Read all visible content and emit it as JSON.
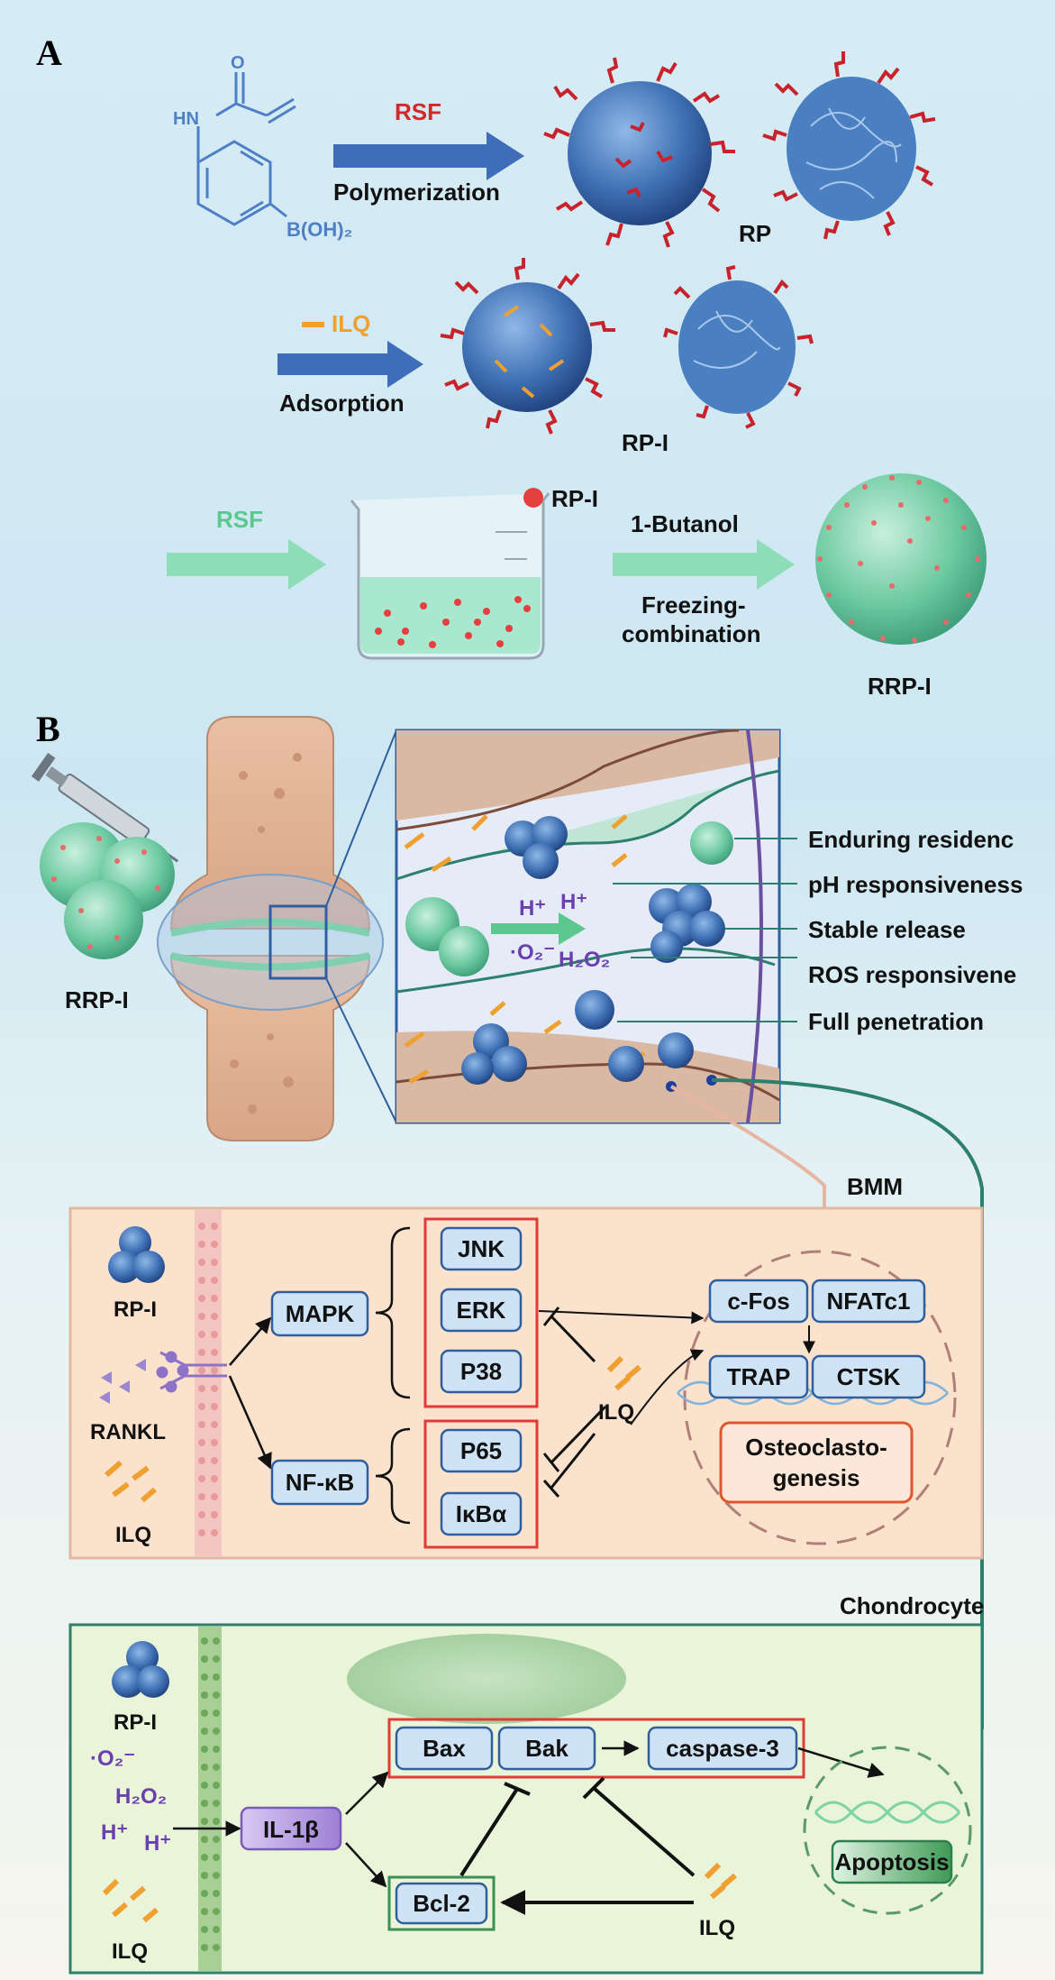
{
  "panel_a": {
    "letter": "A",
    "monomer_label": "B(OH)₂",
    "monomer_nh": "HN",
    "monomer_o": "O",
    "step1_reagent": "RSF",
    "step1_process": "Polymerization",
    "step1_product": "RP",
    "step2_reagent": "ILQ",
    "step2_process": "Adsorption",
    "step2_product": "RP-I",
    "step3_reagent": "RSF",
    "step3_legend": "RP-I",
    "step3_solvent": "1-Butanol",
    "step3_process_line1": "Freezing-",
    "step3_process_line2": "combination",
    "step3_product": "RRP-I"
  },
  "panel_b": {
    "letter": "B",
    "particle_label": "RRP-I",
    "features": [
      "Enduring residenc",
      "pH responsiveness",
      "Stable release",
      "ROS responsivene",
      "Full penetration"
    ],
    "stimuli": {
      "h_plus": "H⁺",
      "superoxide": "·O₂⁻",
      "h2o2": "H₂O₂"
    }
  },
  "bmm": {
    "title": "BMM",
    "left_labels": [
      "RP-I",
      "RANKL",
      "ILQ"
    ],
    "mapk": "MAPK",
    "nfkb": "NF-κB",
    "mapk_targets": [
      "JNK",
      "ERK",
      "P38"
    ],
    "nfkb_targets": [
      "P65",
      "IκBα"
    ],
    "inhibitor": "ILQ",
    "nucleus_genes": [
      "c-Fos",
      "NFATc1",
      "TRAP",
      "CTSK"
    ],
    "outcome_line1": "Osteoclasto-",
    "outcome_line2": "genesis"
  },
  "chondrocyte": {
    "title": "Chondrocyte",
    "left_labels": [
      "RP-I",
      "·O₂⁻",
      "H₂O₂",
      "H⁺",
      "H⁺",
      "ILQ"
    ],
    "cytokine": "IL-1β",
    "pro_apoptotic": [
      "Bax",
      "Bak"
    ],
    "caspase": "caspase-3",
    "anti_apoptotic": "Bcl-2",
    "inhibitor": "ILQ",
    "outcome": "Apoptosis"
  },
  "colors": {
    "arrow_blue": "#3f6db8",
    "arrow_green": "#8fdcb8",
    "rsf_red": "#d3282c",
    "ilq_orange": "#f0a030",
    "rsf_green": "#5cc78f",
    "ion_purple": "#6a3fb0",
    "node_fill": "#cfe3f7",
    "node_stroke": "#2f5f9e",
    "red_box": "#e23a35",
    "green_box": "#3e8f56",
    "teal_line": "#2d7f6e",
    "bmm_bg": "#fbe2cc",
    "chondro_bg": "#e9f4d8"
  }
}
